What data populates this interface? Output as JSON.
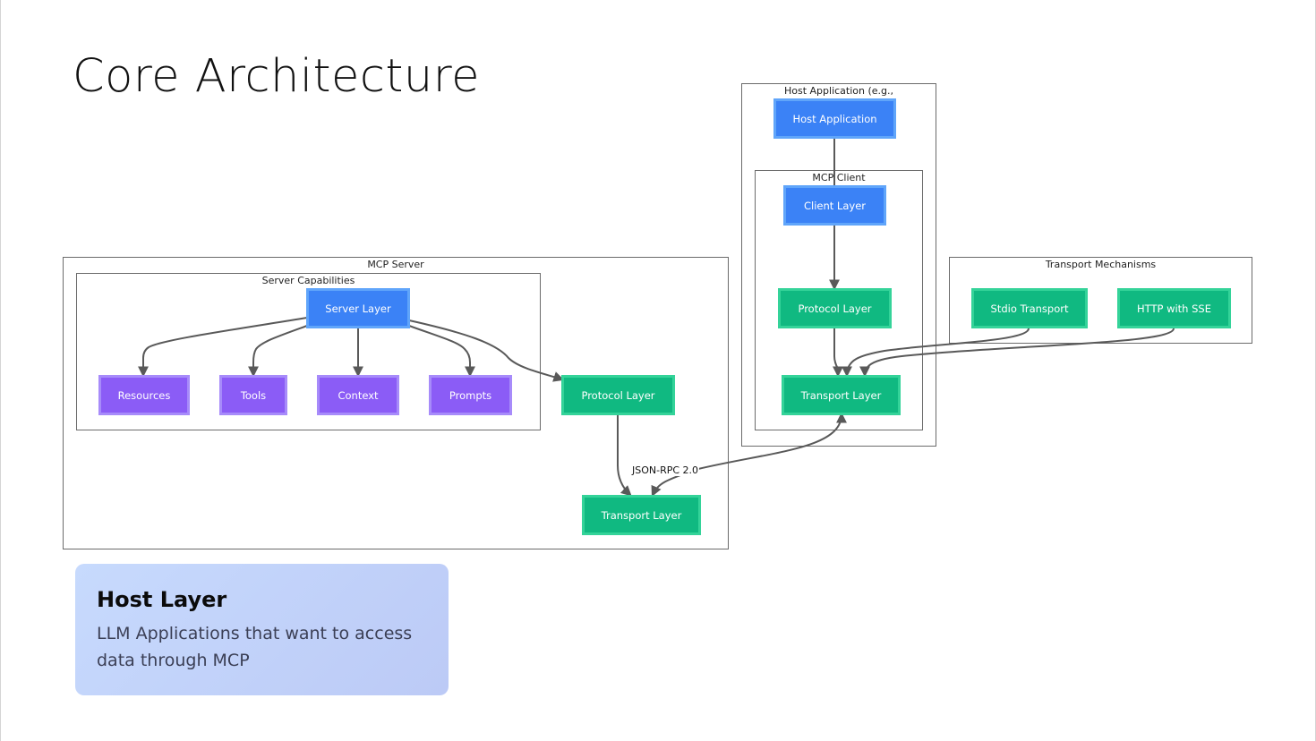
{
  "slide": {
    "title": "Core Architecture"
  },
  "diagram": {
    "groups": {
      "host_app": "Host Application (e.g.,",
      "mcp_client": "MCP Client",
      "mcp_server": "MCP Server",
      "server_capabilities": "Server Capabilities",
      "transport_mechanisms": "Transport Mechanisms"
    },
    "nodes": {
      "host_application": "Host Application",
      "client_layer": "Client Layer",
      "client_protocol_layer": "Protocol Layer",
      "client_transport_layer": "Transport Layer",
      "server_layer": "Server Layer",
      "resources": "Resources",
      "tools": "Tools",
      "context": "Context",
      "prompts": "Prompts",
      "server_protocol_layer": "Protocol Layer",
      "server_transport_layer": "Transport Layer",
      "stdio_transport": "Stdio Transport",
      "http_sse": "HTTP with SSE"
    },
    "edge_labels": {
      "json_rpc": "JSON-RPC 2.0"
    },
    "colors": {
      "blue_node": "#3b82f6",
      "green_node": "#10b981",
      "purple_node": "#8b5cf6",
      "edge": "#595959"
    }
  },
  "info_card": {
    "title": "Host Layer",
    "description": "LLM Applications that want to access data through MCP"
  }
}
